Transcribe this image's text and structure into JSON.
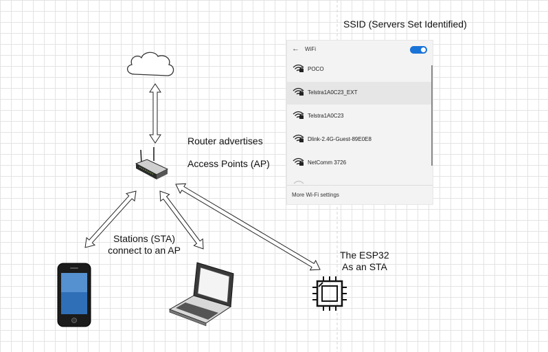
{
  "labels": {
    "ssid": "SSID  (Servers Set Identified)",
    "router_line1": "Router advertises",
    "router_line2": "Access Points (AP)",
    "stations_line1": "Stations (STA)",
    "stations_line2": "connect to an AP",
    "esp_line1": "The ESP32",
    "esp_line2": "As an STA"
  },
  "wifi_panel": {
    "title": "WiFi",
    "toggle_on": true,
    "networks": [
      {
        "name": "POCO",
        "secured": true,
        "selected": false
      },
      {
        "name": "Telstra1A0C23_EXT",
        "secured": true,
        "selected": true
      },
      {
        "name": "Telstra1A0C23",
        "secured": true,
        "selected": false
      },
      {
        "name": "Dlink-2.4G-Guest-89E0E8",
        "secured": true,
        "selected": false
      },
      {
        "name": "NetComm 3726",
        "secured": true,
        "selected": false
      }
    ],
    "footer_link": "More Wi-Fi settings",
    "accent_color": "#1a73d6"
  },
  "icons": [
    "cloud-icon",
    "router-icon",
    "phone-icon",
    "laptop-icon",
    "chip-icon",
    "wifi-lock-icon"
  ]
}
